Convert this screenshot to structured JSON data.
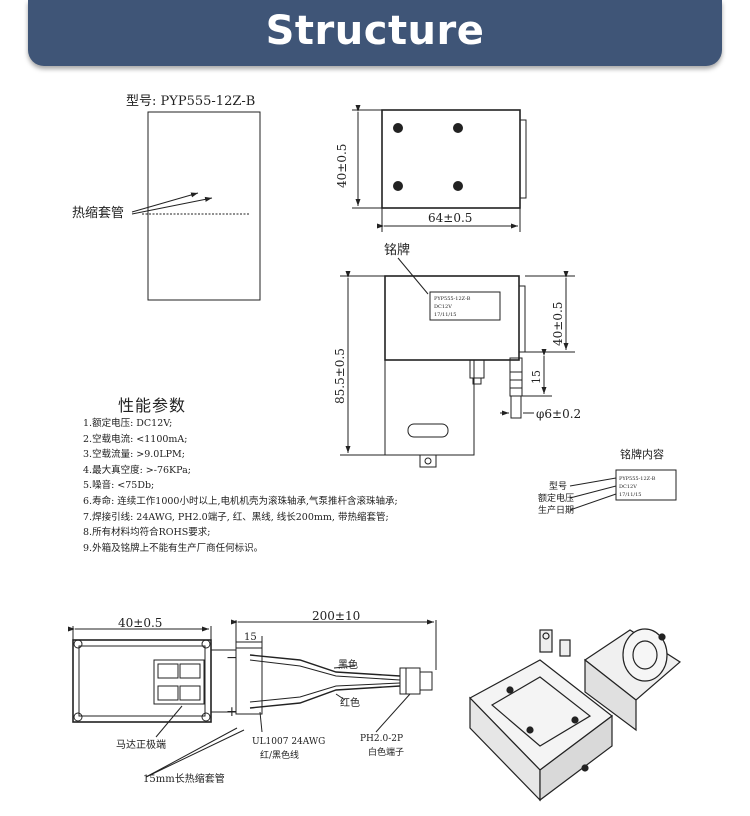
{
  "header": {
    "title": "Structure"
  },
  "model_label": "型号: PYP555-12Z-B",
  "sleeve_label": "热缩套管",
  "top_view": {
    "height_dim": "40±0.5",
    "width_dim": "64±0.5"
  },
  "side_view": {
    "nameplate_label": "铭牌",
    "plate_lines": [
      "PYP555-12Z-B",
      "DC12V",
      "17/11/15"
    ],
    "total_height_dim": "85.5±0.5",
    "body_height_dim": "40±0.5",
    "nozzle_dim": "15",
    "diameter_dim": "φ6±0.2"
  },
  "performance": {
    "title": "性能参数",
    "items": [
      "1.额定电压: DC12V;",
      "2.空载电流: <1100mA;",
      "3.空载流量: >9.0LPM;",
      "4.最大真空度: >-76KPa;",
      "5.噪音: <75Db;",
      "6.寿命: 连续工作1000小时以上,电机机壳为滚珠轴承,气泵推杆含滚珠轴承;",
      "7.焊接引线: 24AWG, PH2.0端子, 红、黑线, 线长200mm, 带热缩套管;",
      "8.所有材料均符合ROHS要求;",
      "9.外箱及铭牌上不能有生产厂商任何标识。"
    ]
  },
  "nameplate_content": {
    "title": "铭牌内容",
    "plate_lines": [
      "PYP555-12Z-B",
      "DC12V",
      "17/11/15"
    ],
    "labels": [
      "型号",
      "额定电压",
      "生产日期"
    ]
  },
  "wiring": {
    "width_dim": "40±0.5",
    "length_dim": "200±10",
    "sleeve_dim": "15",
    "minus": "−",
    "plus": "+",
    "black_wire": "黑色",
    "red_wire": "红色",
    "motor_positive": "马达正极端",
    "cable_spec": [
      "UL1007 24AWG",
      "红/黑色线"
    ],
    "terminal_spec": [
      "PH2.0-2P",
      "白色端子"
    ],
    "sleeve_note": "15mm长热缩套管"
  }
}
